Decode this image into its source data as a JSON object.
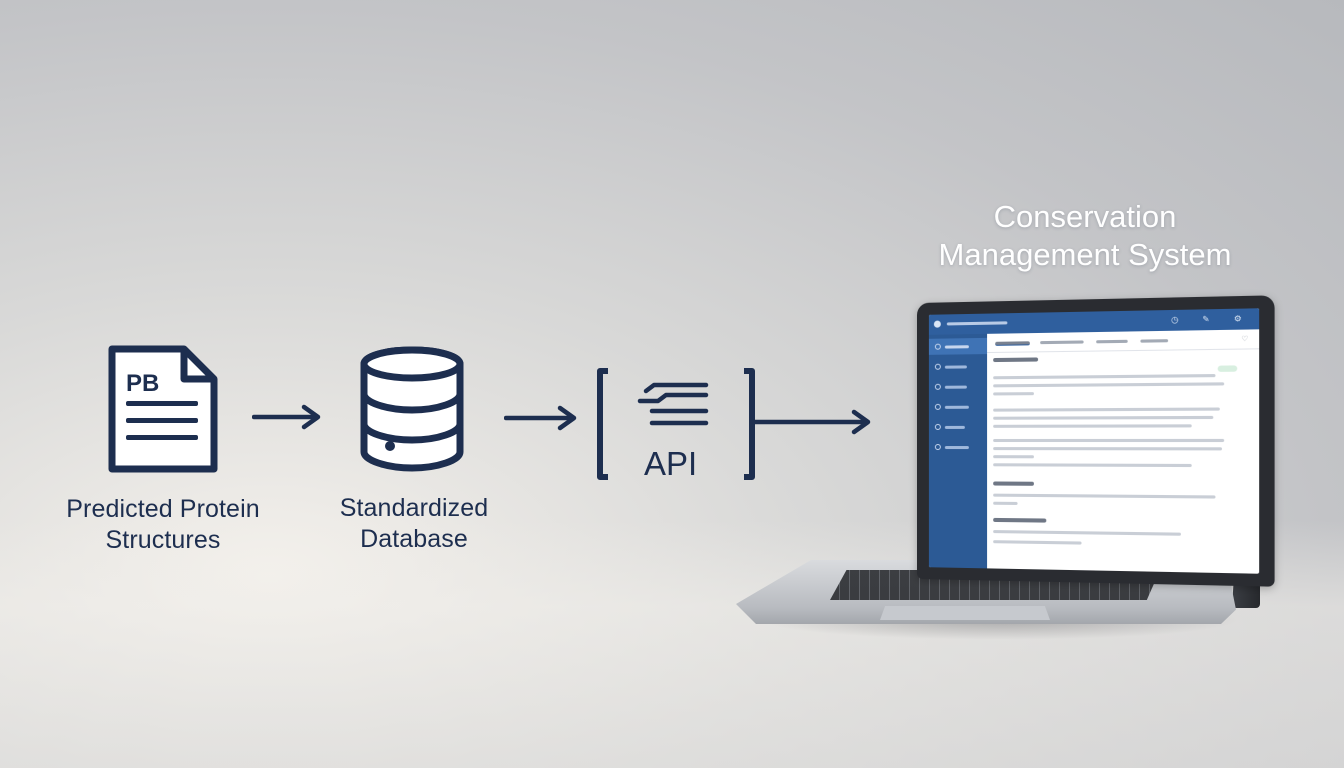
{
  "diagram": {
    "steps": [
      {
        "icon_text": "PB",
        "label_line1": "Predicted Protein",
        "label_line2": "Structures"
      },
      {
        "label_line1": "Standardized",
        "label_line2": "Database"
      },
      {
        "icon_text": "API"
      }
    ],
    "destination_title_line1": "Conservation",
    "destination_title_line2": "Management System"
  },
  "laptop_screen": {
    "header_icons": "◷ ✎ ⚙",
    "tabs_heart": "♡"
  },
  "colors": {
    "icon_navy": "#1d2e4f",
    "screen_header_blue": "#2f5f9e",
    "screen_sidebar_blue": "#2c5a95",
    "title_white": "#ffffff"
  }
}
